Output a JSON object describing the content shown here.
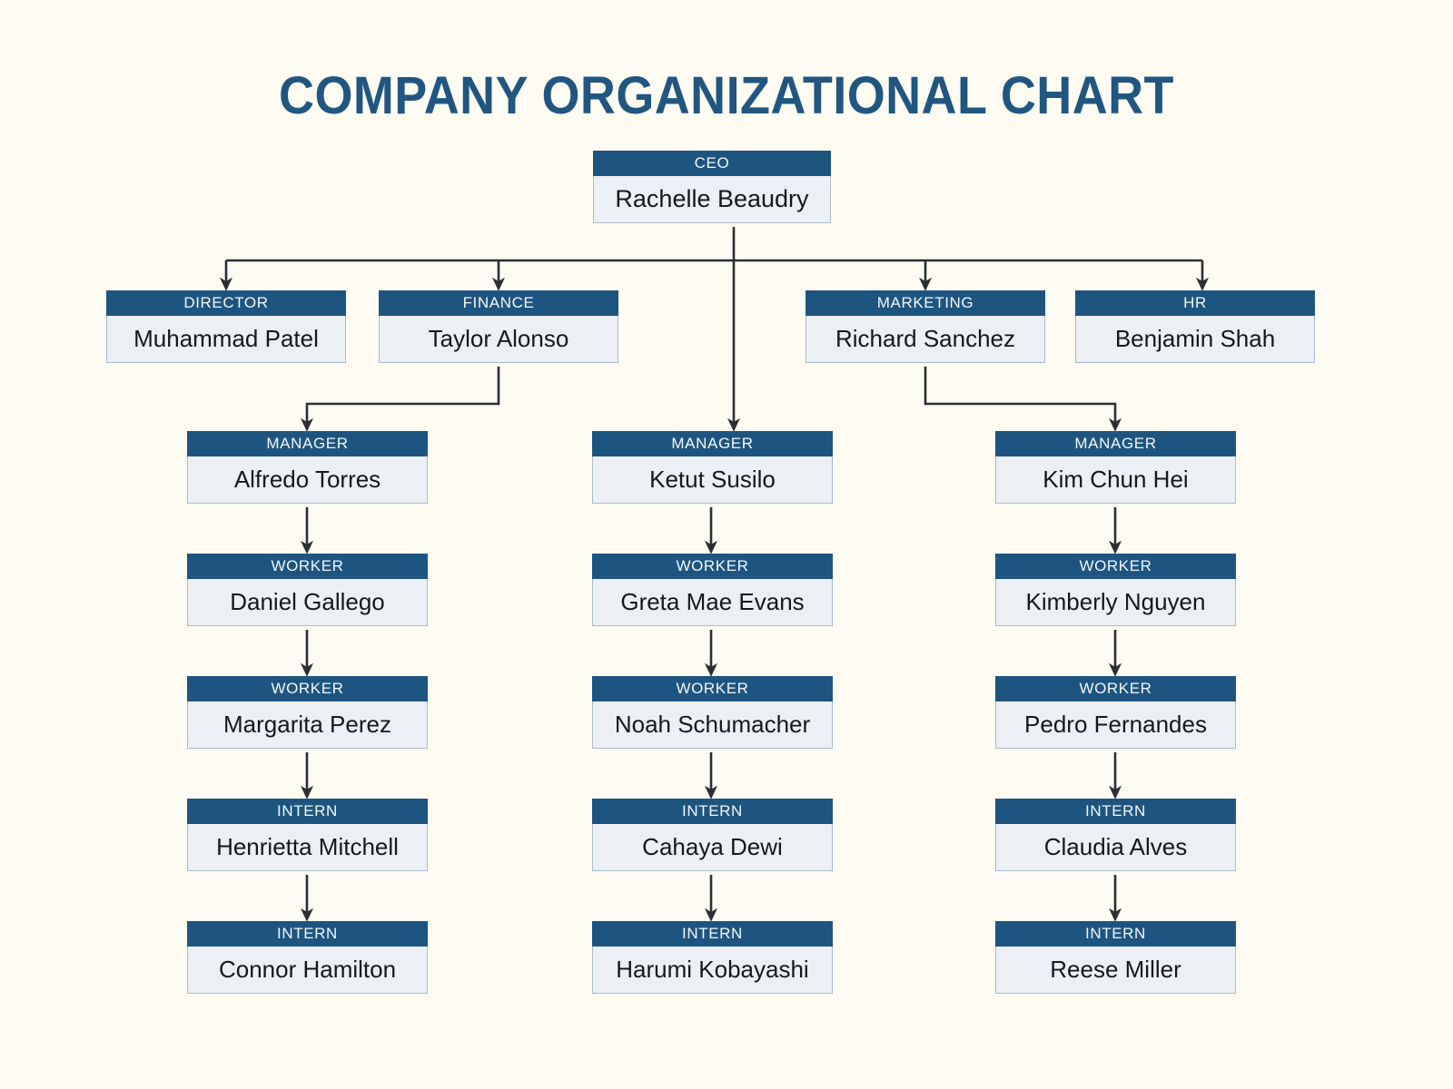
{
  "page": {
    "title": "COMPANY ORGANIZATIONAL CHART",
    "background_color": "#fdfbf2",
    "accent_color": "#1e5580",
    "header_text_color": "#f2f7fb",
    "body_fill_color": "#eceff4",
    "body_border_color": "#a9bccb",
    "name_text_color": "#15181c",
    "connector_color": "#2b2f33"
  },
  "chart_data": {
    "type": "diagram",
    "diagram_type": "organizational-chart",
    "title": "COMPANY ORGANIZATIONAL CHART",
    "levels": 7,
    "nodes": [
      {
        "id": "ceo",
        "role": "CEO",
        "name": "Rachelle Beaudry",
        "level": 0,
        "column": "center"
      },
      {
        "id": "director",
        "role": "DIRECTOR",
        "name": "Muhammad Patel",
        "level": 1,
        "column": "far-left"
      },
      {
        "id": "finance",
        "role": "FINANCE",
        "name": "Taylor Alonso",
        "level": 1,
        "column": "left"
      },
      {
        "id": "marketing",
        "role": "MARKETING",
        "name": "Richard Sanchez",
        "level": 1,
        "column": "right"
      },
      {
        "id": "hr",
        "role": "HR",
        "name": "Benjamin Shah",
        "level": 1,
        "column": "far-right"
      },
      {
        "id": "mgr-left",
        "role": "MANAGER",
        "name": "Alfredo Torres",
        "level": 2,
        "column": "left"
      },
      {
        "id": "mgr-mid",
        "role": "MANAGER",
        "name": "Ketut Susilo",
        "level": 2,
        "column": "center"
      },
      {
        "id": "mgr-right",
        "role": "MANAGER",
        "name": "Kim Chun Hei",
        "level": 2,
        "column": "right"
      },
      {
        "id": "wk-left-1",
        "role": "WORKER",
        "name": "Daniel Gallego",
        "level": 3,
        "column": "left"
      },
      {
        "id": "wk-mid-1",
        "role": "WORKER",
        "name": "Greta Mae Evans",
        "level": 3,
        "column": "center"
      },
      {
        "id": "wk-right-1",
        "role": "WORKER",
        "name": "Kimberly Nguyen",
        "level": 3,
        "column": "right"
      },
      {
        "id": "wk-left-2",
        "role": "WORKER",
        "name": "Margarita Perez",
        "level": 4,
        "column": "left"
      },
      {
        "id": "wk-mid-2",
        "role": "WORKER",
        "name": "Noah Schumacher",
        "level": 4,
        "column": "center"
      },
      {
        "id": "wk-right-2",
        "role": "WORKER",
        "name": "Pedro Fernandes",
        "level": 4,
        "column": "right"
      },
      {
        "id": "in-left-1",
        "role": "INTERN",
        "name": "Henrietta Mitchell",
        "level": 5,
        "column": "left"
      },
      {
        "id": "in-mid-1",
        "role": "INTERN",
        "name": "Cahaya Dewi",
        "level": 5,
        "column": "center"
      },
      {
        "id": "in-right-1",
        "role": "INTERN",
        "name": "Claudia Alves",
        "level": 5,
        "column": "right"
      },
      {
        "id": "in-left-2",
        "role": "INTERN",
        "name": "Connor Hamilton",
        "level": 6,
        "column": "left"
      },
      {
        "id": "in-mid-2",
        "role": "INTERN",
        "name": "Harumi Kobayashi",
        "level": 6,
        "column": "center"
      },
      {
        "id": "in-right-2",
        "role": "INTERN",
        "name": "Reese Miller",
        "level": 6,
        "column": "right"
      }
    ],
    "edges": [
      {
        "from": "ceo",
        "to": "director"
      },
      {
        "from": "ceo",
        "to": "finance"
      },
      {
        "from": "ceo",
        "to": "marketing"
      },
      {
        "from": "ceo",
        "to": "hr"
      },
      {
        "from": "ceo",
        "to": "mgr-mid"
      },
      {
        "from": "finance",
        "to": "mgr-left"
      },
      {
        "from": "marketing",
        "to": "mgr-right"
      },
      {
        "from": "mgr-left",
        "to": "wk-left-1"
      },
      {
        "from": "wk-left-1",
        "to": "wk-left-2"
      },
      {
        "from": "wk-left-2",
        "to": "in-left-1"
      },
      {
        "from": "in-left-1",
        "to": "in-left-2"
      },
      {
        "from": "mgr-mid",
        "to": "wk-mid-1"
      },
      {
        "from": "wk-mid-1",
        "to": "wk-mid-2"
      },
      {
        "from": "wk-mid-2",
        "to": "in-mid-1"
      },
      {
        "from": "in-mid-1",
        "to": "in-mid-2"
      },
      {
        "from": "mgr-right",
        "to": "wk-right-1"
      },
      {
        "from": "wk-right-1",
        "to": "wk-right-2"
      },
      {
        "from": "wk-right-2",
        "to": "in-right-1"
      },
      {
        "from": "in-right-1",
        "to": "in-right-2"
      }
    ]
  },
  "nodes": {
    "ceo": {
      "role": "CEO",
      "name": "Rachelle Beaudry"
    },
    "director": {
      "role": "DIRECTOR",
      "name": "Muhammad Patel"
    },
    "finance": {
      "role": "FINANCE",
      "name": "Taylor Alonso"
    },
    "marketing": {
      "role": "MARKETING",
      "name": "Richard Sanchez"
    },
    "hr": {
      "role": "HR",
      "name": "Benjamin Shah"
    },
    "mgr-left": {
      "role": "MANAGER",
      "name": "Alfredo Torres"
    },
    "mgr-mid": {
      "role": "MANAGER",
      "name": "Ketut Susilo"
    },
    "mgr-right": {
      "role": "MANAGER",
      "name": "Kim Chun Hei"
    },
    "wk-left-1": {
      "role": "WORKER",
      "name": "Daniel Gallego"
    },
    "wk-mid-1": {
      "role": "WORKER",
      "name": "Greta Mae Evans"
    },
    "wk-right-1": {
      "role": "WORKER",
      "name": "Kimberly Nguyen"
    },
    "wk-left-2": {
      "role": "WORKER",
      "name": "Margarita Perez"
    },
    "wk-mid-2": {
      "role": "WORKER",
      "name": "Noah Schumacher"
    },
    "wk-right-2": {
      "role": "WORKER",
      "name": "Pedro Fernandes"
    },
    "in-left-1": {
      "role": "INTERN",
      "name": "Henrietta Mitchell"
    },
    "in-mid-1": {
      "role": "INTERN",
      "name": "Cahaya Dewi"
    },
    "in-right-1": {
      "role": "INTERN",
      "name": "Claudia Alves"
    },
    "in-left-2": {
      "role": "INTERN",
      "name": "Connor Hamilton"
    },
    "in-mid-2": {
      "role": "INTERN",
      "name": "Harumi Kobayashi"
    },
    "in-right-2": {
      "role": "INTERN",
      "name": "Reese Miller"
    }
  }
}
